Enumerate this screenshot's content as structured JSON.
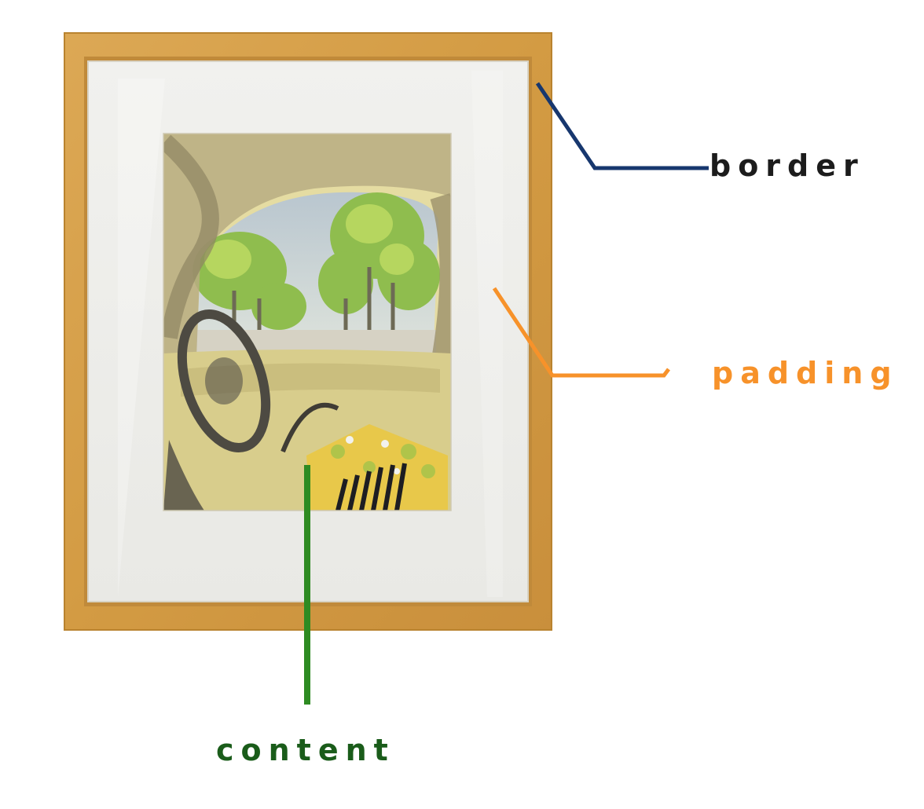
{
  "labels": {
    "border": "border",
    "padding": "padding",
    "content": "content"
  },
  "colors": {
    "border_label": "#1c1c1c",
    "border_line": "#17376e",
    "padding_label": "#f7922a",
    "padding_line": "#f7922a",
    "content_label": "#1a5c1a",
    "content_line": "#2e8b22",
    "frame_wood": "#d9a24a",
    "mat": "#eeeeea"
  },
  "icons": {
    "artwork": "watercolor-car-interior-painting"
  }
}
